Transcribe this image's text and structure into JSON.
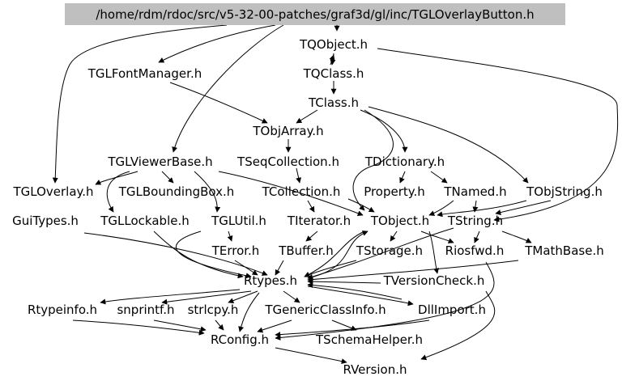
{
  "graph": {
    "root": "/home/rdm/rdoc/src/v5-32-00-patches/graf3d/gl/inc/TGLOverlayButton.h",
    "nodes": [
      {
        "id": "tobject_h_top",
        "label": "TQObject.h"
      },
      {
        "id": "tglfontmanager",
        "label": "TGLFontManager.h"
      },
      {
        "id": "tqclass",
        "label": "TQClass.h"
      },
      {
        "id": "tclass",
        "label": "TClass.h"
      },
      {
        "id": "tobjarray",
        "label": "TObjArray.h"
      },
      {
        "id": "tglviewerbase",
        "label": "TGLViewerBase.h"
      },
      {
        "id": "tseqcollection",
        "label": "TSeqCollection.h"
      },
      {
        "id": "tdictionary",
        "label": "TDictionary.h"
      },
      {
        "id": "tgloverlay",
        "label": "TGLOverlay.h"
      },
      {
        "id": "tglboundingbox",
        "label": "TGLBoundingBox.h"
      },
      {
        "id": "tcollection",
        "label": "TCollection.h"
      },
      {
        "id": "property",
        "label": "Property.h"
      },
      {
        "id": "tnamed",
        "label": "TNamed.h"
      },
      {
        "id": "tobjstring",
        "label": "TObjString.h"
      },
      {
        "id": "guitypes",
        "label": "GuiTypes.h"
      },
      {
        "id": "tgllockable",
        "label": "TGLLockable.h"
      },
      {
        "id": "tglutil",
        "label": "TGLUtil.h"
      },
      {
        "id": "titerator",
        "label": "TIterator.h"
      },
      {
        "id": "tobject",
        "label": "TObject.h"
      },
      {
        "id": "tstring",
        "label": "TString.h"
      },
      {
        "id": "terror",
        "label": "TError.h"
      },
      {
        "id": "tbuffer",
        "label": "TBuffer.h"
      },
      {
        "id": "tstorage",
        "label": "TStorage.h"
      },
      {
        "id": "riosfwd",
        "label": "Riosfwd.h"
      },
      {
        "id": "tmathbase",
        "label": "TMathBase.h"
      },
      {
        "id": "rtypes",
        "label": "Rtypes.h"
      },
      {
        "id": "tversioncheck",
        "label": "TVersionCheck.h"
      },
      {
        "id": "rtypeinfo",
        "label": "Rtypeinfo.h"
      },
      {
        "id": "snprintf",
        "label": "snprintf.h"
      },
      {
        "id": "strlcpy",
        "label": "strlcpy.h"
      },
      {
        "id": "tgenericclassinfo",
        "label": "TGenericClassInfo.h"
      },
      {
        "id": "dllimport",
        "label": "DllImport.h"
      },
      {
        "id": "rconfig",
        "label": "RConfig.h"
      },
      {
        "id": "tschemahelper",
        "label": "TSchemaHelper.h"
      },
      {
        "id": "rversion",
        "label": "RVersion.h"
      }
    ]
  }
}
